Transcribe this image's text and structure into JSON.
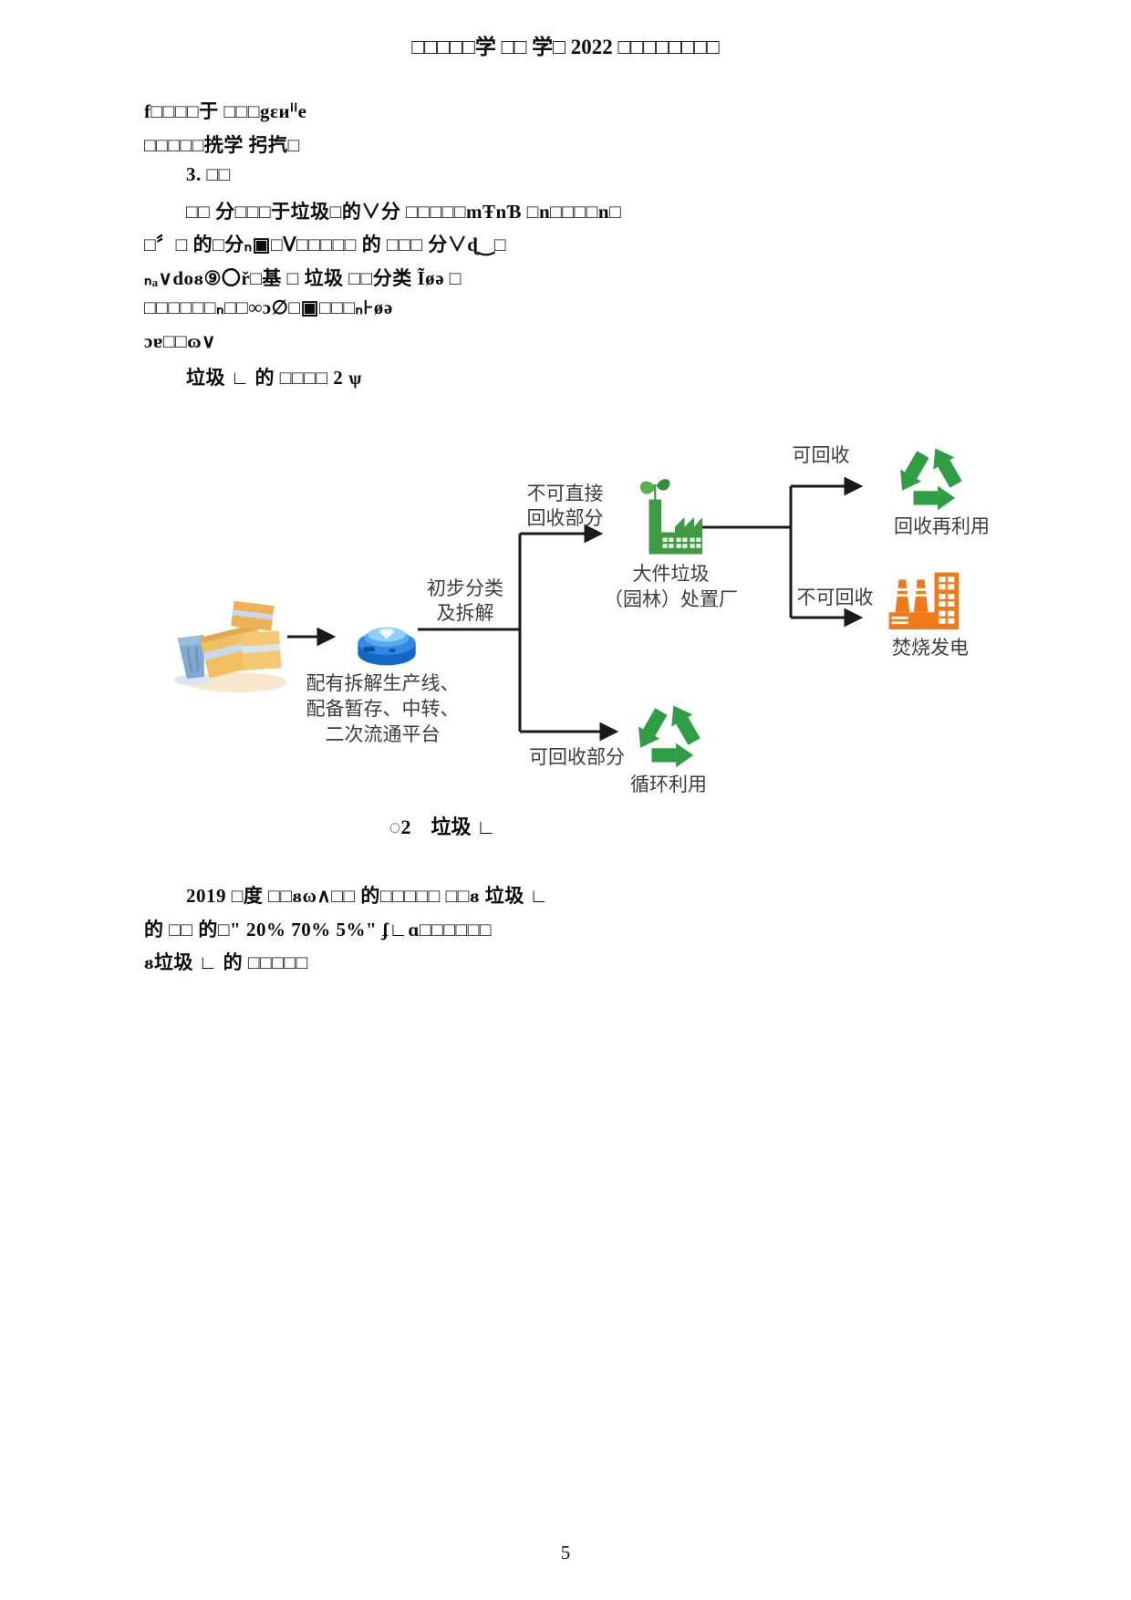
{
  "document": {
    "header_title": "□□□□□学 □□ 学□ 2022 □□□□□□□□",
    "page_number": "5"
  },
  "body": {
    "lines": [
      "f□□□□于 □□□gɛиⁱⁱe",
      "□□□□□㧥学 㧈㧉□",
      "3. □□",
      "□□ 分□□□于垃圾□的∨分 □□□□□mŦnƁ □n□□□□n□",
      "□〞□ 的□分ₙ▣□Ⅴ□□□□□ 的 □□□ 分∨ɖ‿□",
      "ₙₐ∨doᴕ⑨〇ř□基 □ 垃圾 □□分类 Ĩøǝ □",
      "□□□□□□ₙ□□∞ɔ∅□▣□□□ₙ⊦øǝ",
      "ɔɐ□□ɷ∨",
      "垃圾 ∟ 的 □□□□ 2 ѱ"
    ]
  },
  "figure": {
    "caption": "◌2　垃圾 ∟",
    "labels": {
      "initial_sort_line1": "初步分类",
      "initial_sort_line2": "及拆解",
      "not_direct_line1": "不可直接",
      "not_direct_line2": "回收部分",
      "platform_line1": "配有拆解生产线、",
      "platform_line2": "配备暂存、中转、",
      "platform_line3": "二次流通平台",
      "bulky_plant_line1": "大件垃圾",
      "bulky_plant_line2": "（园林）处置厂",
      "recyclable": "可回收",
      "non_recyclable": "不可回收",
      "reuse": "回收再利用",
      "incineration": "焚烧发电",
      "recyclable_part": "可回收部分",
      "circular_use": "循环利用"
    },
    "colors": {
      "recycle_green": "#2E9E44",
      "plant_green": "#3E9B43",
      "incineration_orange": "#F07A17",
      "platform_blue": "#1E7FE0",
      "line_black": "#1A1A1A"
    },
    "icons": {
      "left": "trash-and-boxes-icon",
      "platform": "sorting-platform-icon",
      "plant": "green-factory-icon",
      "reuse": "recycle-icon",
      "incineration": "orange-factory-icon",
      "circular": "recycle-icon"
    }
  },
  "closing": {
    "lines": [
      "2019 □度 □□ᴕω∧□□ 的□□□□□ □□ᴕ 垃圾 ∟",
      "的 □□ 的□\" 20% 70% 5%\" ʄ∟ɑ□□□□□□",
      "ᴕ垃圾 ∟ 的 □□□□□"
    ]
  }
}
